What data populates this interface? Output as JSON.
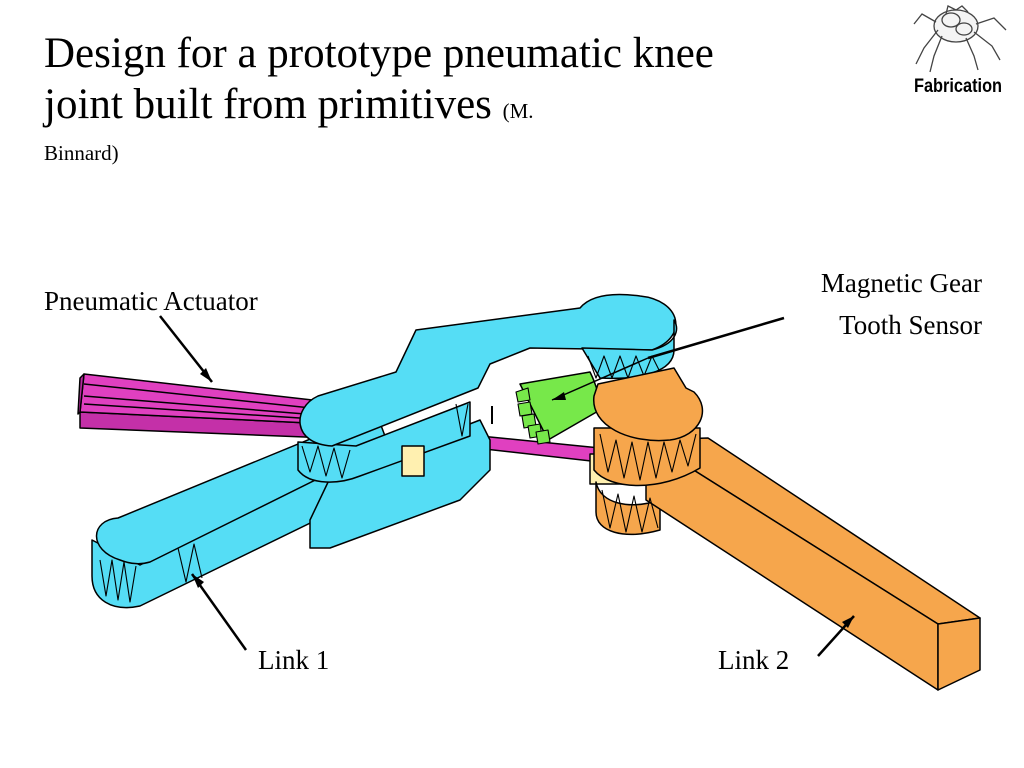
{
  "title": {
    "main": "Design for a prototype pneumatic knee joint built from primitives",
    "credit_part1": "(M.",
    "credit_part2": "Binnard)"
  },
  "logo": {
    "label": "Fabrication",
    "icon": "spider-robot-icon"
  },
  "labels": {
    "actuator": "Pneumatic Actuator",
    "sensor_line1": "Magnetic Gear",
    "sensor_line2": "Tooth Sensor",
    "link1": "Link 1",
    "link2": "Link 2"
  },
  "colors": {
    "link1": "#55ddf5",
    "link2": "#f6a64c",
    "actuator": "#e040c0",
    "gear": "#77e84a",
    "block": "#fff0b0",
    "edge": "#000000"
  }
}
